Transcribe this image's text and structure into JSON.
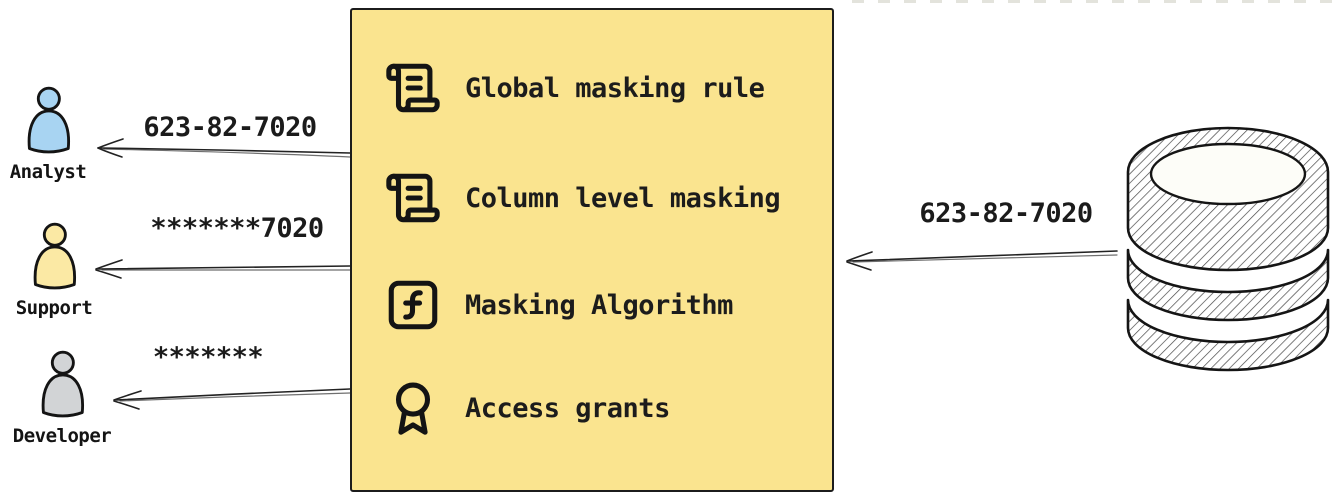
{
  "actors": [
    {
      "name": "Analyst",
      "icon": "person-icon",
      "color": "#A8D4F2",
      "received_value": "623-82-7020"
    },
    {
      "name": "Support",
      "icon": "person-icon",
      "color": "#FBE9A4",
      "received_value": "*******7020"
    },
    {
      "name": "Developer",
      "icon": "person-icon",
      "color": "#D2D4D6",
      "received_value": "*******"
    }
  ],
  "masking_box": {
    "fill": "#FAE48F",
    "border_color": "#1c1c1c",
    "items": [
      {
        "icon": "scroll-icon",
        "label": "Global masking rule"
      },
      {
        "icon": "scroll-icon",
        "label": "Column level masking"
      },
      {
        "icon": "function-icon",
        "label": "Masking Algorithm"
      },
      {
        "icon": "award-icon",
        "label": "Access grants"
      }
    ]
  },
  "database": {
    "icon": "database-icon",
    "outbound_value": "623-82-7020"
  }
}
